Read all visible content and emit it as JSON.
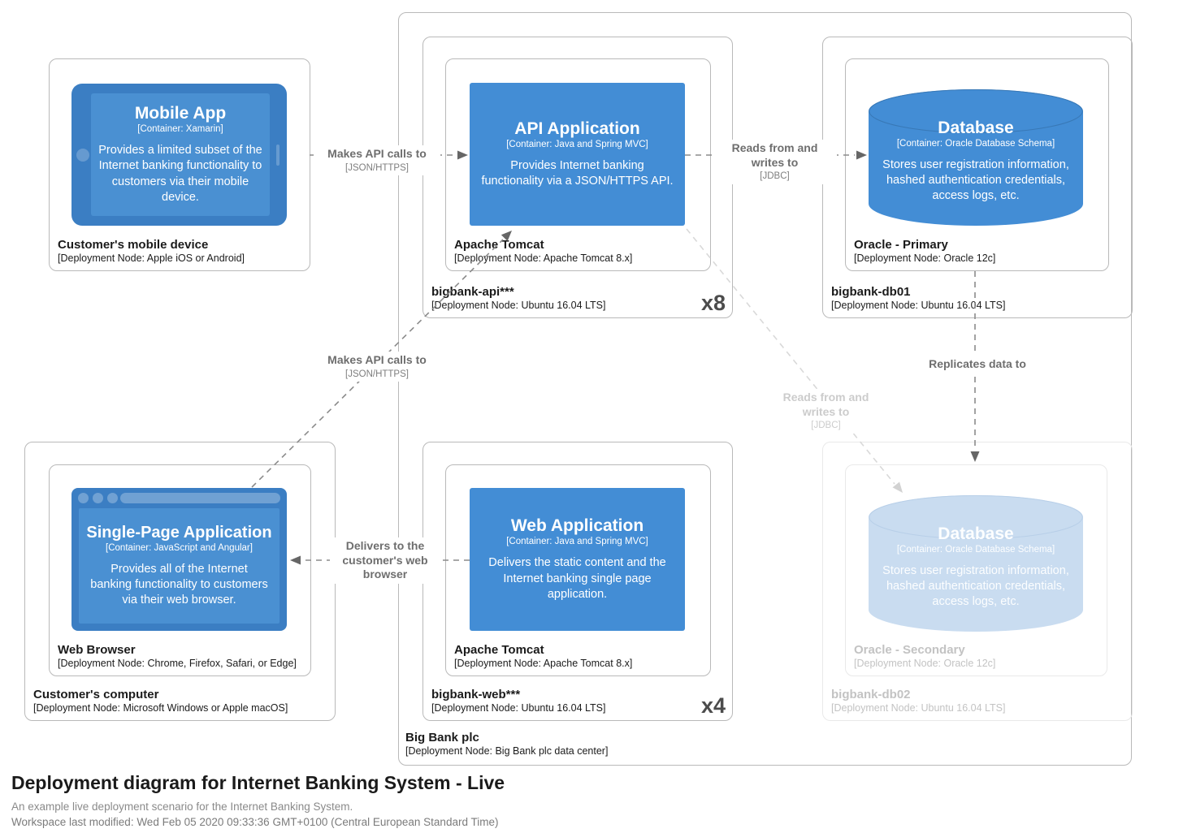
{
  "page": {
    "title": "Deployment diagram for Internet Banking System - Live",
    "subtitle": "An example live deployment scenario for the Internet Banking System.",
    "modified": "Workspace last modified: Wed Feb 05 2020 09:33:36 GMT+0100 (Central European Standard Time)"
  },
  "colors": {
    "container_blue": "#438dd5",
    "container_blue_faded": "#c9dcf0",
    "frame_blue": "#3b7ec3",
    "screen_blue": "#4a90d2",
    "cylinder_rim": "#3878b6",
    "cylinder_rim_faded": "#b8cfe8",
    "node_border": "#b9b9b9",
    "node_border_faded": "#e9e9e9",
    "node_text": "#1b1b1b",
    "node_text_faded": "#c3c3c3",
    "line_gray": "#8b8b8b",
    "arrow_gray": "#666666",
    "line_faded": "#d9d9d9",
    "rel_text": "#6e6e6e",
    "rel_text_faded": "#cccccc",
    "instances_gray": "#4c4c4c",
    "page_title": "#1a1a1a",
    "page_sub": "#8a8a8a"
  },
  "nodes": {
    "big_bank_plc": {
      "name": "Big Bank plc",
      "meta": "[Deployment Node: Big Bank plc data center]"
    },
    "mobile_device": {
      "name": "Customer's mobile device",
      "meta": "[Deployment Node: Apple iOS or Android]"
    },
    "bigbank_api": {
      "name": "bigbank-api***",
      "meta": "[Deployment Node: Ubuntu 16.04 LTS]",
      "instances": "x8"
    },
    "tomcat_api": {
      "name": "Apache Tomcat",
      "meta": "[Deployment Node: Apache Tomcat 8.x]"
    },
    "bigbank_db01": {
      "name": "bigbank-db01",
      "meta": "[Deployment Node: Ubuntu 16.04 LTS]"
    },
    "oracle_primary": {
      "name": "Oracle - Primary",
      "meta": "[Deployment Node: Oracle 12c]"
    },
    "customer_computer": {
      "name": "Customer's computer",
      "meta": "[Deployment Node: Microsoft Windows or Apple macOS]"
    },
    "web_browser": {
      "name": "Web Browser",
      "meta": "[Deployment Node: Chrome, Firefox, Safari, or Edge]"
    },
    "bigbank_web": {
      "name": "bigbank-web***",
      "meta": "[Deployment Node: Ubuntu 16.04 LTS]",
      "instances": "x4"
    },
    "tomcat_web": {
      "name": "Apache Tomcat",
      "meta": "[Deployment Node: Apache Tomcat 8.x]"
    },
    "bigbank_db02": {
      "name": "bigbank-db02",
      "meta": "[Deployment Node: Ubuntu 16.04 LTS]"
    },
    "oracle_secondary": {
      "name": "Oracle - Secondary",
      "meta": "[Deployment Node: Oracle 12c]"
    }
  },
  "elements": {
    "mobile_app": {
      "name": "Mobile App",
      "type": "[Container: Xamarin]",
      "desc": "Provides a limited subset of the Internet banking functionality to customers via their mobile device."
    },
    "api_app": {
      "name": "API Application",
      "type": "[Container: Java and Spring MVC]",
      "desc": "Provides Internet banking functionality via a JSON/HTTPS API."
    },
    "database_primary": {
      "name": "Database",
      "type": "[Container: Oracle Database Schema]",
      "desc": "Stores user registration information, hashed authentication credentials, access logs, etc."
    },
    "spa": {
      "name": "Single-Page Application",
      "type": "[Container: JavaScript and Angular]",
      "desc": "Provides all of the Internet banking functionality to customers via their web browser."
    },
    "web_app": {
      "name": "Web Application",
      "type": "[Container: Java and Spring MVC]",
      "desc": "Delivers the static content and the Internet banking single page application."
    },
    "database_secondary": {
      "name": "Database",
      "type": "[Container: Oracle Database Schema]",
      "desc": "Stores user registration information, hashed authentication credentials, access logs, etc."
    }
  },
  "relationships": {
    "mobile_to_api": {
      "label": "Makes API calls to",
      "tech": "[JSON/HTTPS]"
    },
    "api_to_db1": {
      "label": "Reads from and writes to",
      "tech": "[JDBC]"
    },
    "spa_to_api": {
      "label": "Makes API calls to",
      "tech": "[JSON/HTTPS]"
    },
    "web_to_spa": {
      "label": "Delivers to the customer's web browser"
    },
    "db1_to_db2": {
      "label": "Replicates data to"
    },
    "api_to_db2": {
      "label": "Reads from and writes to",
      "tech": "[JDBC]"
    }
  }
}
